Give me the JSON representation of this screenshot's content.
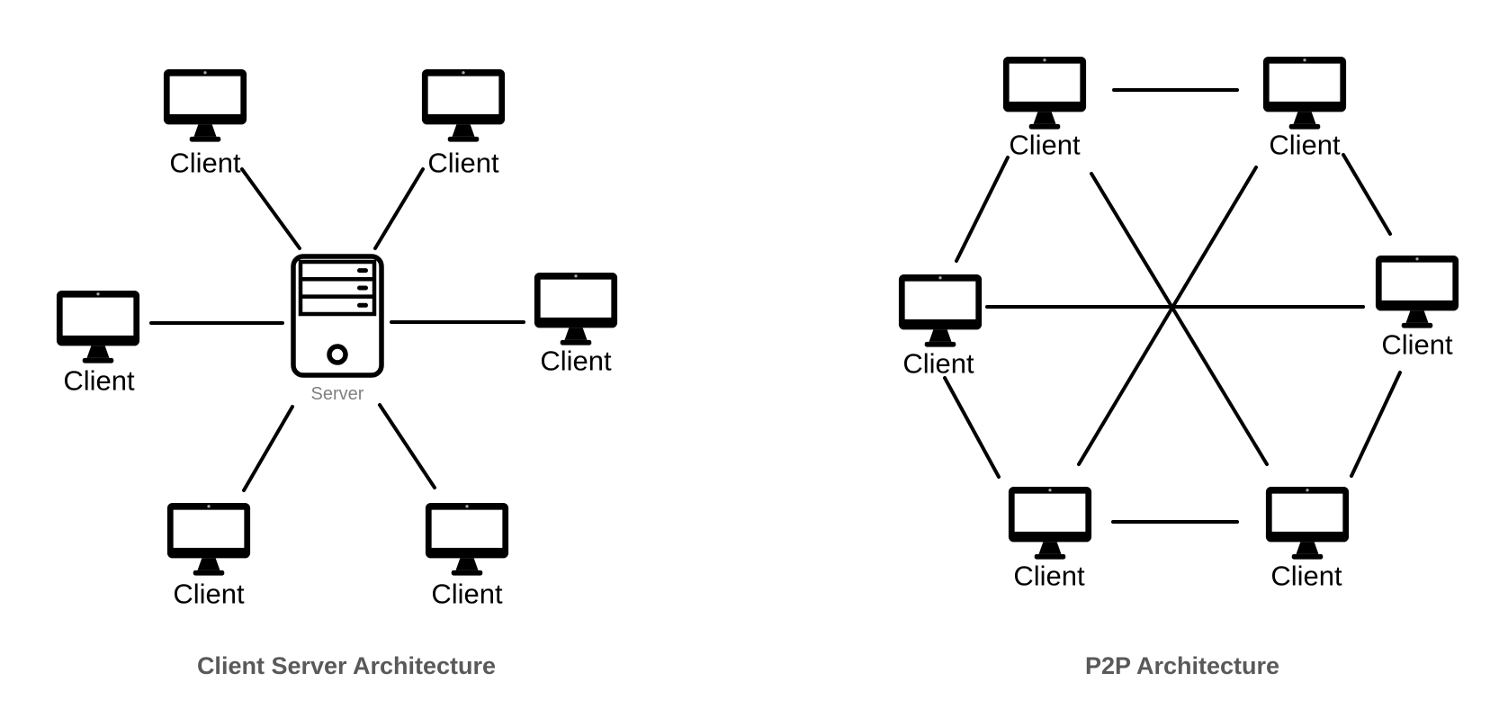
{
  "canvas": {
    "background": "#ffffff"
  },
  "colors": {
    "shape": "#000000",
    "connection": "#000000",
    "client_label": "#000000",
    "server_label": "#808080",
    "title": "#595959"
  },
  "diagrams": [
    {
      "id": "cs",
      "title": "Client Server Architecture",
      "topology": "star",
      "nodes": [
        {
          "id": "server",
          "type": "server",
          "label": "Server"
        },
        {
          "id": "client-top-left",
          "type": "client",
          "label": "Client"
        },
        {
          "id": "client-top-right",
          "type": "client",
          "label": "Client"
        },
        {
          "id": "client-left",
          "type": "client",
          "label": "Client"
        },
        {
          "id": "client-right",
          "type": "client",
          "label": "Client"
        },
        {
          "id": "client-bottom-left",
          "type": "client",
          "label": "Client"
        },
        {
          "id": "client-bottom-right",
          "type": "client",
          "label": "Client"
        }
      ],
      "edges": [
        [
          "server",
          "client-top-left"
        ],
        [
          "server",
          "client-top-right"
        ],
        [
          "server",
          "client-left"
        ],
        [
          "server",
          "client-right"
        ],
        [
          "server",
          "client-bottom-left"
        ],
        [
          "server",
          "client-bottom-right"
        ]
      ]
    },
    {
      "id": "p2p",
      "title": "P2P Architecture",
      "topology": "mesh",
      "nodes": [
        {
          "id": "client-top-left",
          "type": "client",
          "label": "Client"
        },
        {
          "id": "client-top-right",
          "type": "client",
          "label": "Client"
        },
        {
          "id": "client-left",
          "type": "client",
          "label": "Client"
        },
        {
          "id": "client-right",
          "type": "client",
          "label": "Client"
        },
        {
          "id": "client-bottom-left",
          "type": "client",
          "label": "Client"
        },
        {
          "id": "client-bottom-right",
          "type": "client",
          "label": "Client"
        }
      ],
      "edges": [
        [
          "client-top-left",
          "client-top-right"
        ],
        [
          "client-top-left",
          "client-left"
        ],
        [
          "client-top-left",
          "client-bottom-right"
        ],
        [
          "client-top-right",
          "client-right"
        ],
        [
          "client-top-right",
          "client-bottom-left"
        ],
        [
          "client-left",
          "client-right"
        ],
        [
          "client-left",
          "client-bottom-left"
        ],
        [
          "client-right",
          "client-bottom-right"
        ],
        [
          "client-bottom-left",
          "client-bottom-right"
        ]
      ]
    }
  ]
}
